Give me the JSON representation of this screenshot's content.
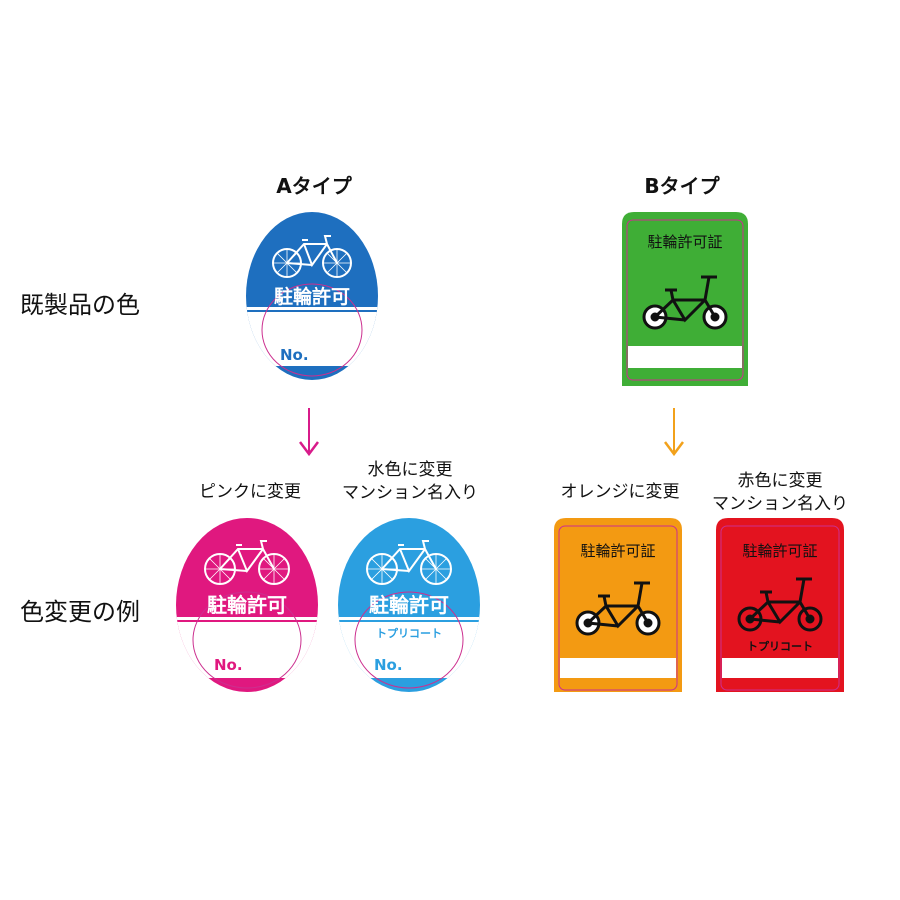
{
  "type_titles": {
    "a": "Aタイプ",
    "b": "Bタイプ"
  },
  "row_labels": {
    "existing": "既製品の色",
    "example": "色変更の例"
  },
  "captions": {
    "pink": "ピンクに変更",
    "aqua_line1": "水色に変更",
    "aqua_line2": "マンション名入り",
    "orange": "オレンジに変更",
    "red_line1": "赤色に変更",
    "red_line2": "マンション名入り"
  },
  "sticker_text": {
    "a_band": "駐輪許可",
    "b_header": "駐輪許可証",
    "number_label": "No.",
    "building_name": "トプリコート"
  },
  "colors": {
    "a_default": "#1e6fbf",
    "a_pink": "#e0187f",
    "a_aqua": "#2b9fe0",
    "b_default": "#3fae36",
    "b_orange": "#f39a12",
    "b_red": "#e3131f",
    "guide_line": "#cc2f8f",
    "arrow_a": "#d81b8a",
    "arrow_b": "#f2a11b"
  }
}
